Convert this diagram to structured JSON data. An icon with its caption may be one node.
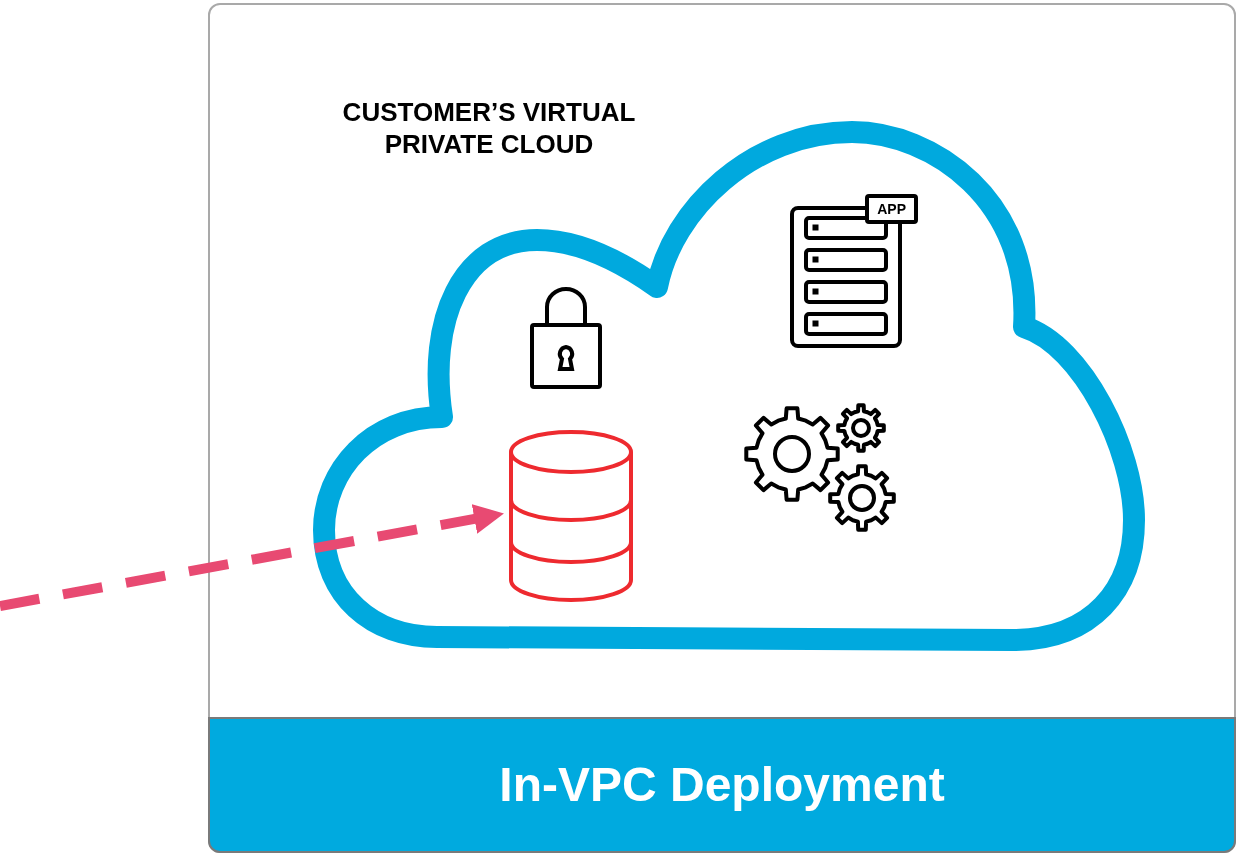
{
  "diagram": {
    "nodes": [
      {
        "text": [
          "In-VPC Deployment"
        ]
      },
      {
        "text": [
          "CUSTOMER’S VIRTUAL PRIVATE CLOUD"
        ],
        "in": 0
      },
      {
        "text": [],
        "shape": "cylinder",
        "in": 1
      }
    ],
    "edges": [
      {
        "from": null,
        "to": 2,
        "arrow": "to",
        "style": "dashed",
        "color": "#e84a72"
      }
    ],
    "labels": [
      "APP"
    ]
  }
}
